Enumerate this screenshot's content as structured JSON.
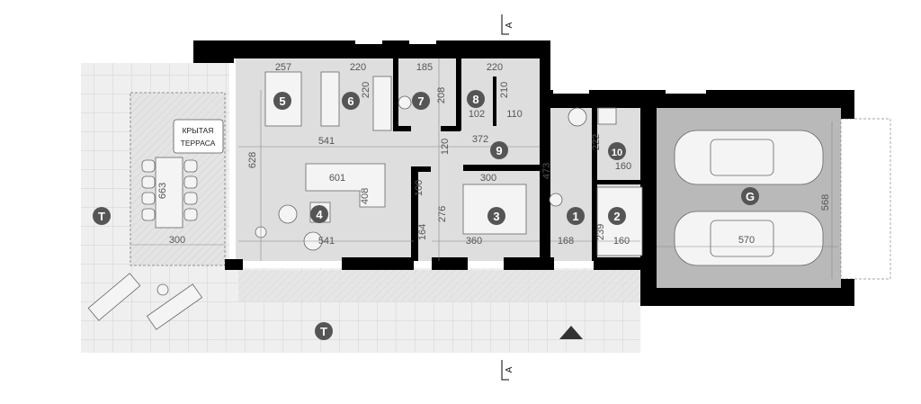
{
  "title": "Floor plan",
  "section_marker": "A",
  "covered_terrace_label": [
    "КРЫТАЯ",
    "ТЕРРАСА"
  ],
  "rooms": {
    "r1": "1",
    "r2": "2",
    "r3": "3",
    "r4": "4",
    "r5": "5",
    "r6": "6",
    "r7": "7",
    "r8": "8",
    "r9": "9",
    "r10": "10",
    "garage": "G",
    "terrace": "T"
  },
  "dimensions": {
    "d257": "257",
    "d220a": "220",
    "d220v": "220",
    "d185": "185",
    "d208": "208",
    "d220b": "220",
    "d210": "210",
    "d102": "102",
    "d110": "110",
    "d541a": "541",
    "d120": "120",
    "d372": "372",
    "d628": "628",
    "d601": "601",
    "d408": "408",
    "d100": "100",
    "d300a": "300",
    "d276": "276",
    "d164": "164",
    "d541b": "541",
    "d360": "360",
    "d473": "473",
    "d168": "168",
    "d239": "239",
    "d160a": "160",
    "d222": "222",
    "d160b": "160",
    "d570": "570",
    "d568": "568",
    "d663": "663",
    "d300b": "300"
  },
  "colors": {
    "wall": "#000000",
    "room": "#dedede",
    "garage": "#b9b9b9",
    "badge": "#555555",
    "terrace": "#ececec"
  }
}
